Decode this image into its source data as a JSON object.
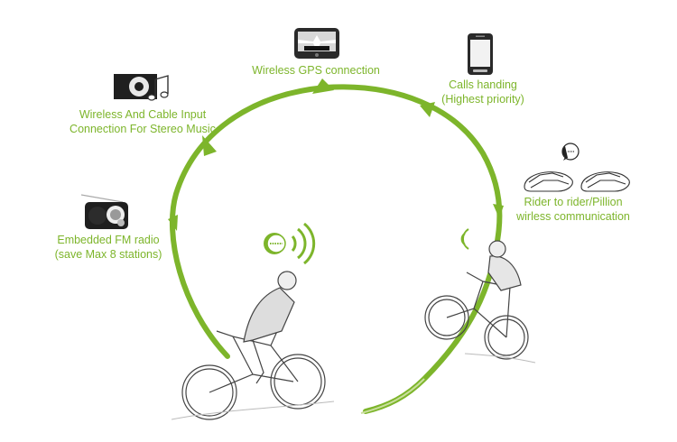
{
  "colors": {
    "accent_green": "#7db52b",
    "device_black": "#1f1f1f",
    "sketch_gray": "#444444"
  },
  "features": [
    {
      "id": "gps",
      "icon": "gps-navigator-icon",
      "lines": [
        "Wireless GPS connection"
      ]
    },
    {
      "id": "calls",
      "icon": "smartphone-icon",
      "lines": [
        "Calls handing",
        "(Highest priority)"
      ]
    },
    {
      "id": "music",
      "icon": "music-player-icon",
      "lines": [
        "Wireless And Cable Input",
        "Connection For Stereo Music"
      ]
    },
    {
      "id": "radio",
      "icon": "fm-radio-icon",
      "lines": [
        "Embedded FM radio",
        "(save Max 8 stations)"
      ]
    },
    {
      "id": "intercom",
      "icon": "helmets-icon",
      "lines": [
        "Rider to rider/Pillion",
        "wirless communication"
      ]
    }
  ],
  "illustrations": {
    "left_rider": "cyclist-sketch-left",
    "right_rider": "cyclist-sketch-right",
    "left_signal": "chat-bubble-signal",
    "right_signal": "signal-waves"
  }
}
